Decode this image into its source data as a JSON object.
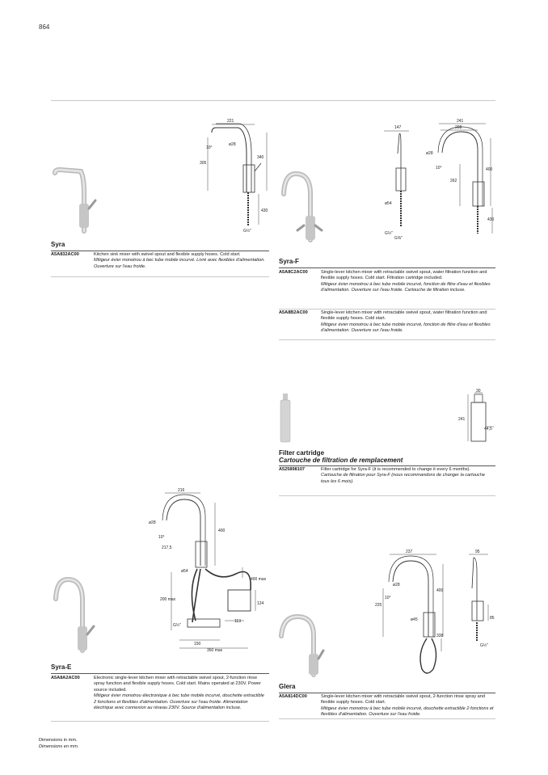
{
  "page_number": "864",
  "footer": {
    "line_en": "Dimensions in mm.",
    "line_fr": "Dimensions en mm."
  },
  "syra": {
    "title": "Syra",
    "rows": [
      {
        "code": "A5A832AC00",
        "en": "Kitchen sink mixer with swivel spout and flexible supply hoses. Cold start.",
        "fr": "Mitigeur évier monotrou à bec tube mobile incurvé. Livré avec flexibles d'alimentation. Ouverture sur l'eau froide."
      }
    ],
    "dims": {
      "width": "221",
      "height": "340",
      "body": "305",
      "angle": "10°",
      "dia": "ø28",
      "hose": "430",
      "thread": "G½\""
    }
  },
  "syra_f": {
    "title": "Syra-F",
    "rows": [
      {
        "code": "A5A8C2AC00",
        "en": "Single-lever kitchen mixer with retractable swivel spout, water filtration function and flexible supply hoses. Cold start. Filtration cartridge included.",
        "fr": "Mitigeur évier monotrou à bec tube mobile incurvé, fonction de filtre d'eau et flexibles d'alimentation. Ouverture sur l'eau froide. Cartouche de filtration incluse."
      },
      {
        "code": "A5A8B2AC00",
        "en": "Single-lever kitchen mixer with retractable swivel spout, water filtration function and flexible supply hoses. Cold start.",
        "fr": "Mitigeur évier monotrou à bec tube mobile incurvé, fonction de filtre d'eau et flexibles d'alimentation. Ouverture sur l'eau froide."
      }
    ],
    "dims": {
      "w1": "147",
      "w2": "241",
      "w3": "208",
      "dia": "ø28",
      "angle": "10°",
      "h": "400",
      "body": "262",
      "base": "ø54",
      "hose": "430",
      "thread1": "G½\"",
      "thread2": "G⅜\""
    }
  },
  "filter": {
    "title": "Filter cartridge",
    "subtitle": "Cartouche de filtration de remplacement",
    "rows": [
      {
        "code": "A525898107",
        "en": "Filter cartridge for Syra-F (it is recommended to change it every 6 months).",
        "fr": "Cartouche de filtration pour Syra-F (nous recommandons de changer la cartouche tous les 6 mois)."
      }
    ],
    "dims": {
      "top": "30",
      "height": "241",
      "dia": "44,5"
    }
  },
  "syra_e": {
    "title": "Syra-E",
    "rows": [
      {
        "code": "A5A8A2AC00",
        "en": "Electronic single-lever kitchen mixer with retractable swivel spout, 2-function rinse spray function and flexible supply hoses. Cold start. Mains operated at 230V. Power source included.",
        "fr": "Mitigeur évier monotrou électronique à bec tube mobile incurvé, douchette extractible 2 fonctions et flexibles d'alimentation. Ouverture sur l'eau froide. Alimentation électrique avec connexion au réseau 230V. Source d'alimentation incluse."
      }
    ],
    "dims": {
      "w": "216",
      "dia": "ø28",
      "angle": "10°",
      "h": "400",
      "reach": "217,5",
      "base": "ø54",
      "max400": "400 max",
      "max200": "200 max",
      "box": "124",
      "thread": "G½\"",
      "d113": "113",
      "d150": "150",
      "max350": "350 max"
    }
  },
  "glera": {
    "title": "Glera",
    "rows": [
      {
        "code": "A5A814DC00",
        "en": "Single-lever kitchen mixer with retractable swivel spout, 2-function rinse spray and flexible supply hoses. Cold start.",
        "fr": "Mitigeur évier monotrou à bec tube mobile incurvé, douchette extractible 2 fonctions et flexibles d'alimentation. Ouverture sur l'eau froide."
      }
    ],
    "dims": {
      "w": "237",
      "side": "95",
      "dia": "ø28",
      "angle": "10°",
      "h": "400",
      "body": "225",
      "base": "ø45",
      "d85": "85",
      "hose": "338",
      "thread": "G½\""
    }
  }
}
